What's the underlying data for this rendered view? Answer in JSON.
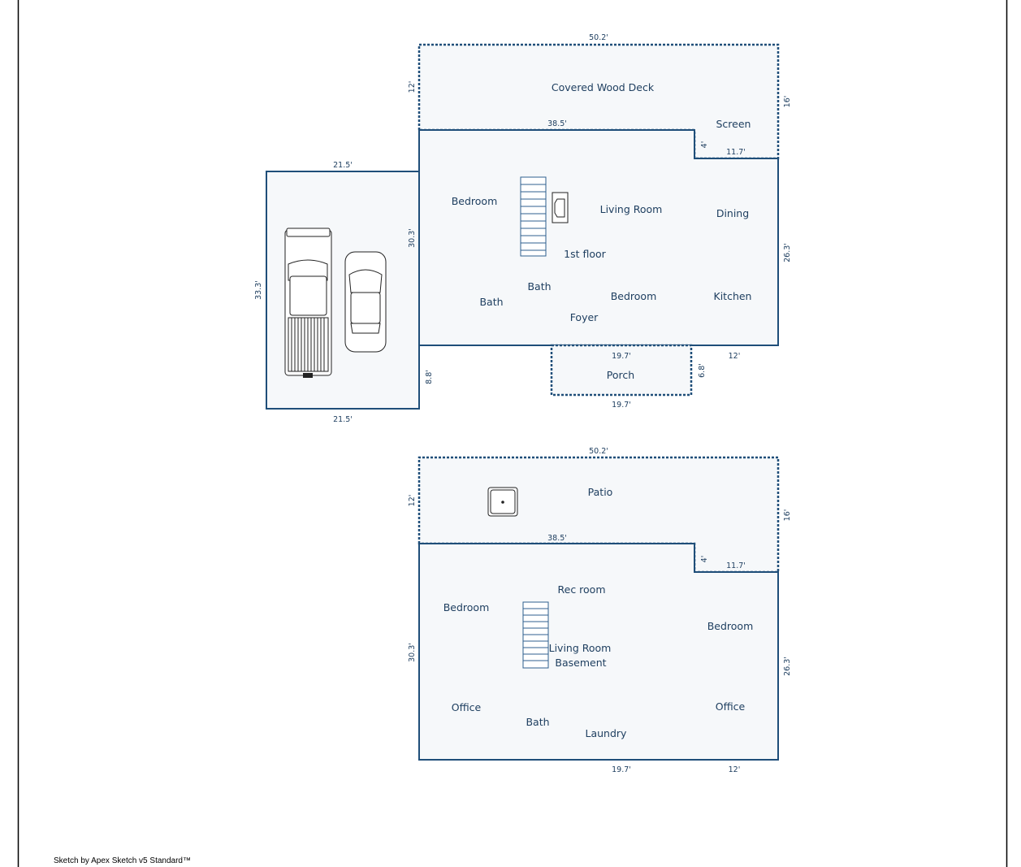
{
  "first_floor": {
    "title": "1st floor",
    "deck_label": "Covered Wood Deck",
    "screen_label": "Screen",
    "porch_label": "Porch",
    "rooms": [
      "Bedroom",
      "Living Room",
      "Dining",
      "Bath",
      "Bath",
      "Bedroom",
      "Kitchen",
      "Foyer"
    ],
    "dims": {
      "deck_top": "50.2'",
      "deck_left": "12'",
      "deck_right": "16'",
      "house_top": "38.5'",
      "notch_side": "4'",
      "notch_width": "11.7'",
      "house_left": "30.3'",
      "house_right": "26.3'",
      "porch_top": "19.7'",
      "porch_bottom": "19.7'",
      "porch_side": "6.8'",
      "bottom_right": "12'",
      "garage_top": "21.5'",
      "garage_bottom": "21.5'",
      "garage_side": "33.3'",
      "garage_offset": "8.8'"
    }
  },
  "basement": {
    "title": "Basement",
    "patio_label": "Patio",
    "rooms": [
      "Rec room",
      "Bedroom",
      "Living Room",
      "Bedroom",
      "Office",
      "Bath",
      "Laundry",
      "Office"
    ],
    "dims": {
      "patio_top": "50.2'",
      "patio_left": "12'",
      "patio_right": "16'",
      "house_top": "38.5'",
      "notch_side": "4'",
      "notch_width": "11.7'",
      "house_left": "30.3'",
      "house_right": "26.3'",
      "bottom_mid": "19.7'",
      "bottom_right": "12'"
    }
  },
  "footer": {
    "credit": "Sketch by Apex Sketch v5 Standard™"
  },
  "colors": {
    "line": "#1f4e79",
    "text": "#1f3f60",
    "fill": "#f6f8fa"
  }
}
